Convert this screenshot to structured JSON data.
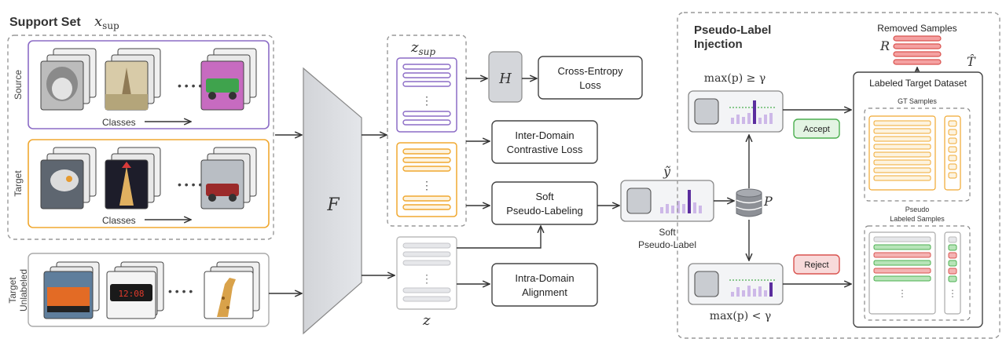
{
  "support": {
    "title": "Support Set",
    "math": "x",
    "math_sub": "sup",
    "source_label": "Source",
    "target_label": "Target",
    "classes_label": "Classes",
    "unlabeled_label_1": "Target",
    "unlabeled_label_2": "Unlabeled",
    "dots": "• • • •"
  },
  "encoder": {
    "symbol": "F"
  },
  "features": {
    "zsup": "z",
    "zsup_sub": "sup",
    "z": "z",
    "dots": "⋮"
  },
  "losses": {
    "h_symbol": "H",
    "ce_1": "Cross-Entropy",
    "ce_2": "Loss",
    "inter_1": "Inter-Domain",
    "inter_2": "Contrastive Loss",
    "soft_1": "Soft",
    "soft_2": "Pseudo-Labeling",
    "intra_1": "Intra-Domain",
    "intra_2": "Alignment"
  },
  "soft_label": {
    "symbol": "ỹ",
    "caption_1": "Soft",
    "caption_2": "Pseudo-Label"
  },
  "injection": {
    "title_1": "Pseudo-Label",
    "title_2": "Injection",
    "cond_accept": "max(p) ≥ γ",
    "cond_reject": "max(p) < γ",
    "accept": "Accept",
    "reject": "Reject",
    "p_symbol": "P",
    "removed": "Removed Samples",
    "r_symbol": "R",
    "t_symbol": "T̂",
    "dataset": "Labeled Target Dataset",
    "gt": "GT Samples",
    "pseudo_1": "Pseudo",
    "pseudo_2": "Labeled Samples"
  },
  "colors": {
    "source": "#8c6cc6",
    "target": "#f0a830",
    "accept": "#4caf50",
    "reject": "#d9534f",
    "purple_bar": "#5b2d9e",
    "light_purple_bar": "#cdb8e8"
  }
}
